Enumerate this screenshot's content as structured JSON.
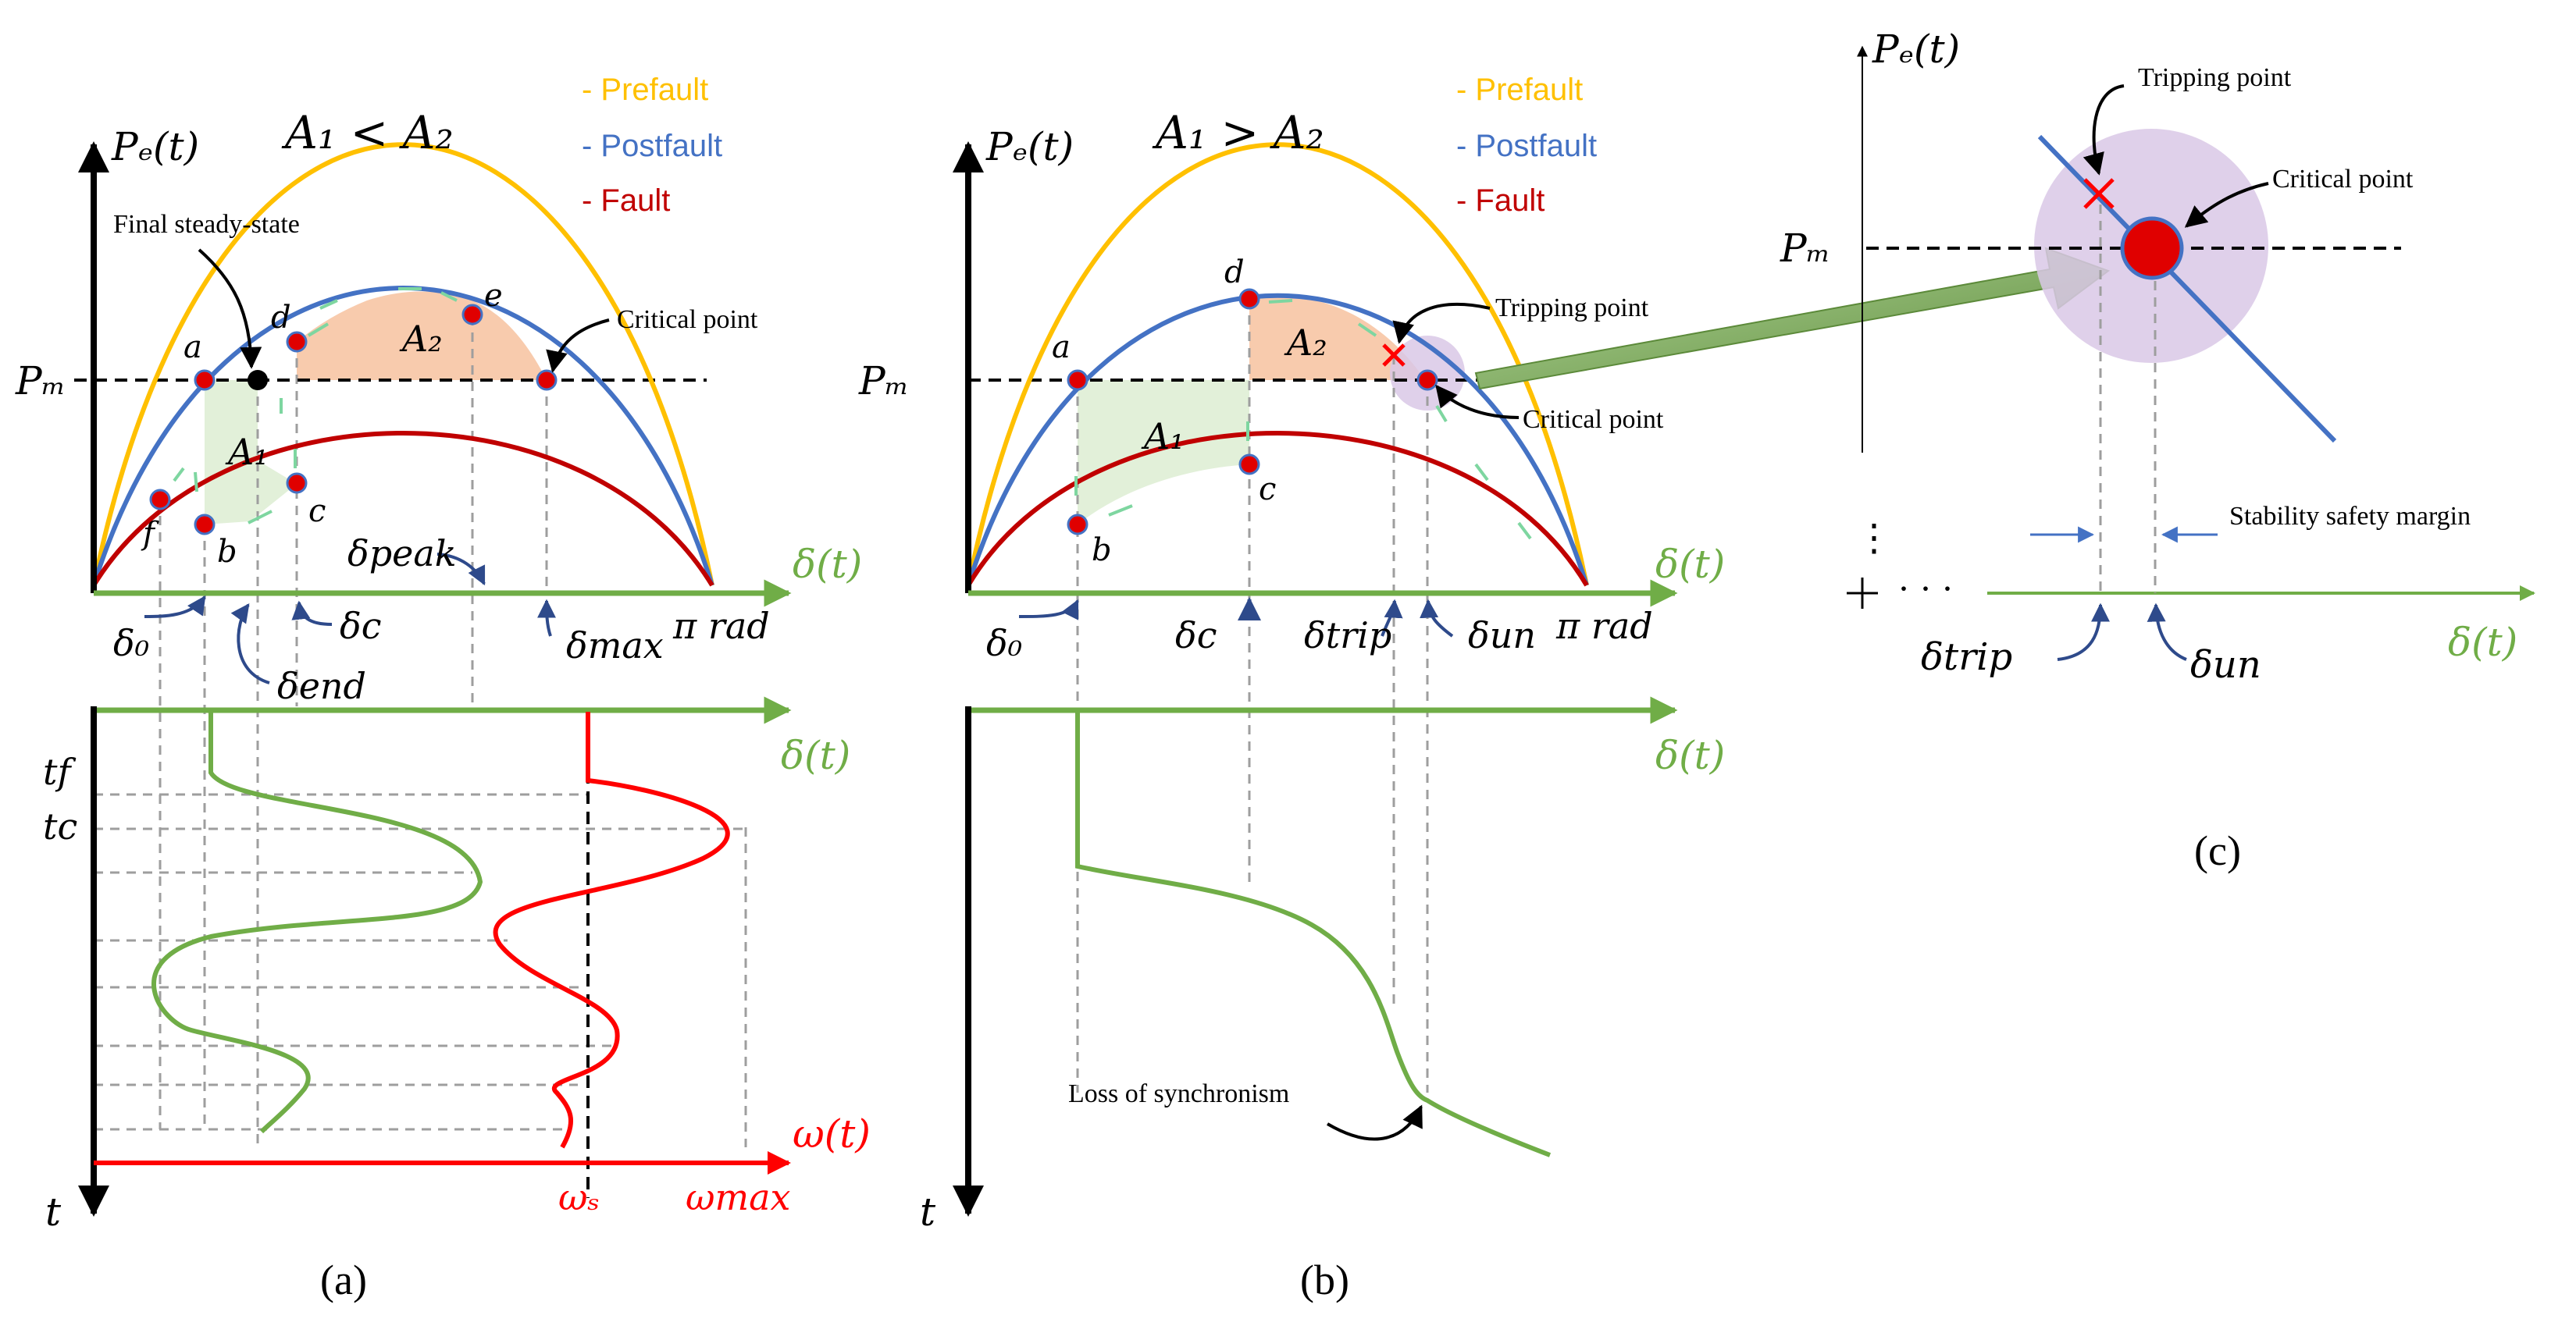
{
  "colors": {
    "prefault": "#FFC000",
    "postfault": "#4472C4",
    "fault": "#C00000",
    "delta_axis": "#70AD47",
    "omega": "#FF0000",
    "area1": "#E2F0D9",
    "area2": "#F8CBAD",
    "marker": "#E00000",
    "halo": "#D9C8E6"
  },
  "legend": {
    "prefault": "- Prefault",
    "postfault": "- Postfault",
    "fault": "- Fault"
  },
  "panel_a": {
    "caption": "(a)",
    "title": "A₁ < A₂",
    "y_axis": "Pₑ(t)",
    "pm": "Pₘ",
    "x_axis": "δ(t)",
    "pi_label": "π rad",
    "t_axis": "t",
    "omega_axis": "ω(t)",
    "omega_s": "ωₛ",
    "omega_max": "ωmax",
    "tf": "tf",
    "tc": "tc",
    "A1": "A₁",
    "A2": "A₂",
    "points": {
      "a": "a",
      "b": "b",
      "c": "c",
      "d": "d",
      "e": "e",
      "f": "f"
    },
    "final_steady_state": "Final steady-state",
    "critical_point": "Critical point",
    "delta0": "δ₀",
    "delta_c": "δc",
    "delta_end": "δend",
    "delta_peak": "δpeak",
    "delta_max": "δmax"
  },
  "panel_b": {
    "caption": "(b)",
    "title": "A₁ > A₂",
    "y_axis": "Pₑ(t)",
    "pm": "Pₘ",
    "x_axis": "δ(t)",
    "pi_label": "π rad",
    "t_axis": "t",
    "A1": "A₁",
    "A2": "A₂",
    "points": {
      "a": "a",
      "b": "b",
      "c": "c",
      "d": "d"
    },
    "tripping_point": "Tripping point",
    "critical_point": "Critical point",
    "loss_of_sync": "Loss of synchronism",
    "delta0": "δ₀",
    "delta_c": "δc",
    "delta_trip": "δtrip",
    "delta_un": "δun"
  },
  "panel_c": {
    "caption": "(c)",
    "y_axis": "Pₑ(t)",
    "pm": "Pₘ",
    "x_axis": "δ(t)",
    "tripping_point": "Tripping point",
    "critical_point": "Critical point",
    "stability_margin": "Stability safety margin",
    "delta_trip": "δtrip",
    "delta_un": "δun"
  }
}
